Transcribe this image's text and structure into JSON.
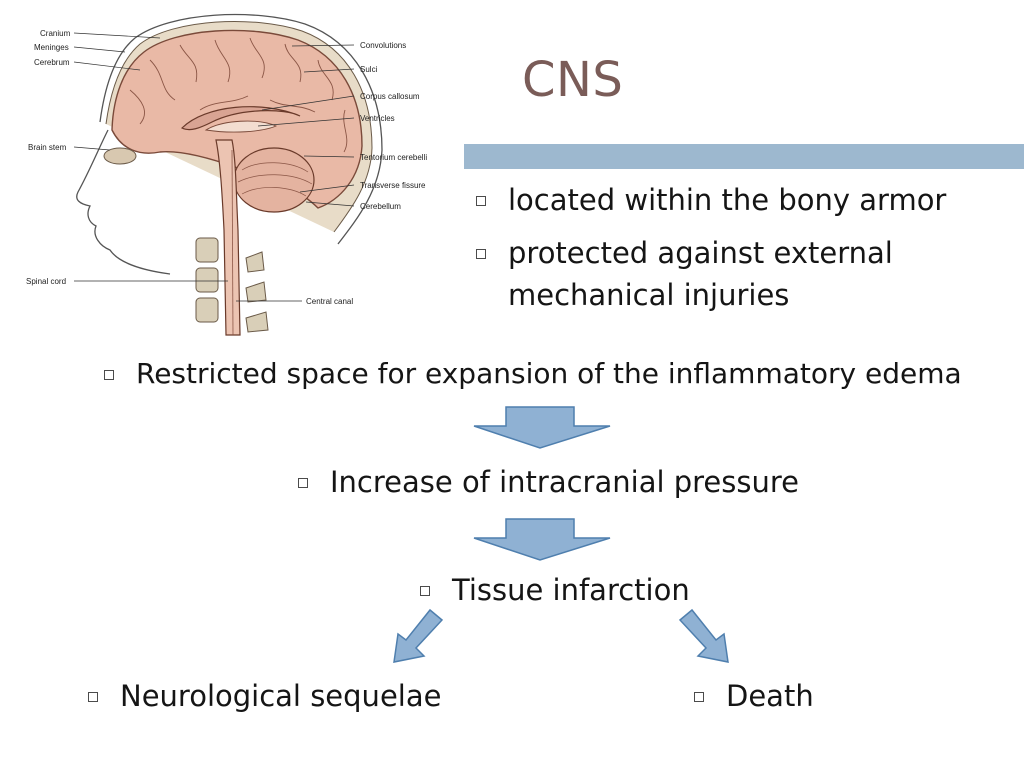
{
  "title": "CNS",
  "figure": {
    "labels": [
      "Cranium",
      "Meninges",
      "Cerebrum",
      "Brain stem",
      "Spinal cord",
      "Convolutions",
      "Sulci",
      "Corpus callosum",
      "Ventricles",
      "Tentorium cerebelli",
      "Transverse fissure",
      "Cerebellum",
      "Central canal"
    ]
  },
  "bullets": {
    "b1": "located within the bony armor",
    "b2_line1": "protected against external",
    "b2_line2": "mechanical injuries",
    "restricted": "Restricted space for expansion of the inflammatory edema",
    "pressure": "Increase of intracranial pressure",
    "infarction": "Tissue infarction",
    "neuro": "Neurological sequelae",
    "death": "Death"
  },
  "colors": {
    "title": "#7a5c58",
    "accent_bar": "#9db8cf",
    "arrow_fill": "#8fb1d3",
    "arrow_stroke": "#4f7fae"
  }
}
